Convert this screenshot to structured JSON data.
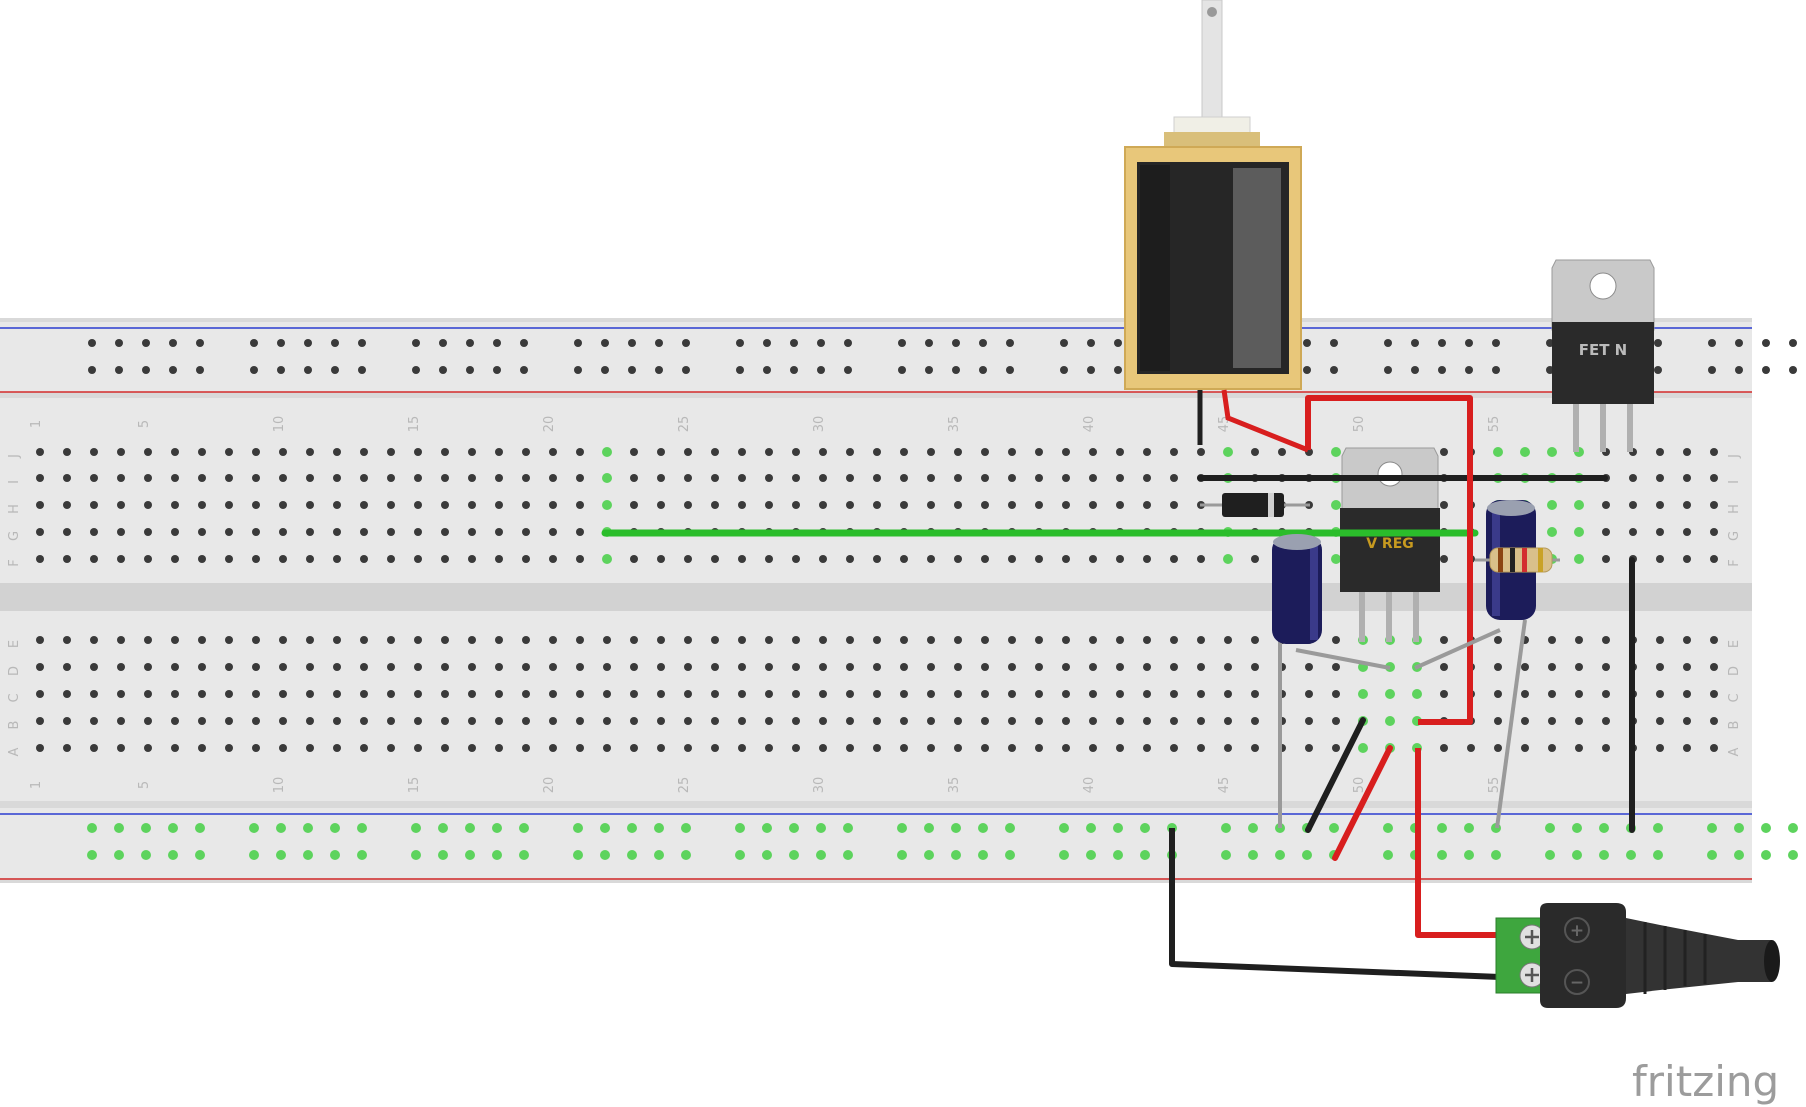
{
  "breadboard": {
    "columns": 63,
    "rows_top": [
      "J",
      "I",
      "H",
      "G",
      "F"
    ],
    "rows_bottom": [
      "E",
      "D",
      "C",
      "B",
      "A"
    ],
    "column_labels": [
      "1",
      "5",
      "10",
      "15",
      "20",
      "25",
      "30",
      "35",
      "40",
      "45",
      "50",
      "55"
    ],
    "colors": {
      "board": "#d9d9d9",
      "body": "#e6e6e6",
      "hole": "#3a3a3a",
      "rail_blue": "#2b3ccf",
      "rail_red": "#d42b2b",
      "highlight": "#5dd35d"
    }
  },
  "components": {
    "solenoid": {
      "name": "solenoid",
      "body_color": "#e8c77a"
    },
    "fet": {
      "label": "FET N",
      "body_color": "#2a2a2a"
    },
    "vreg": {
      "label": "V REG",
      "body_color": "#2a2a2a"
    },
    "dc_jack": {
      "plus": "+",
      "minus": "−",
      "terminal_color": "#3ea63e"
    },
    "resistor": {
      "band_colors": [
        "#8b4513",
        "#222222",
        "#d32f2f",
        "#c9a227"
      ]
    },
    "capacitors": [
      "capacitor-1",
      "capacitor-2"
    ],
    "diode": {
      "name": "diode"
    }
  },
  "wires": {
    "colors": {
      "red": "#d81e1e",
      "black": "#1f1f1f",
      "green": "#2bbd2b",
      "gray": "#9a9a9a"
    }
  },
  "logo": {
    "text": "fritzing"
  }
}
